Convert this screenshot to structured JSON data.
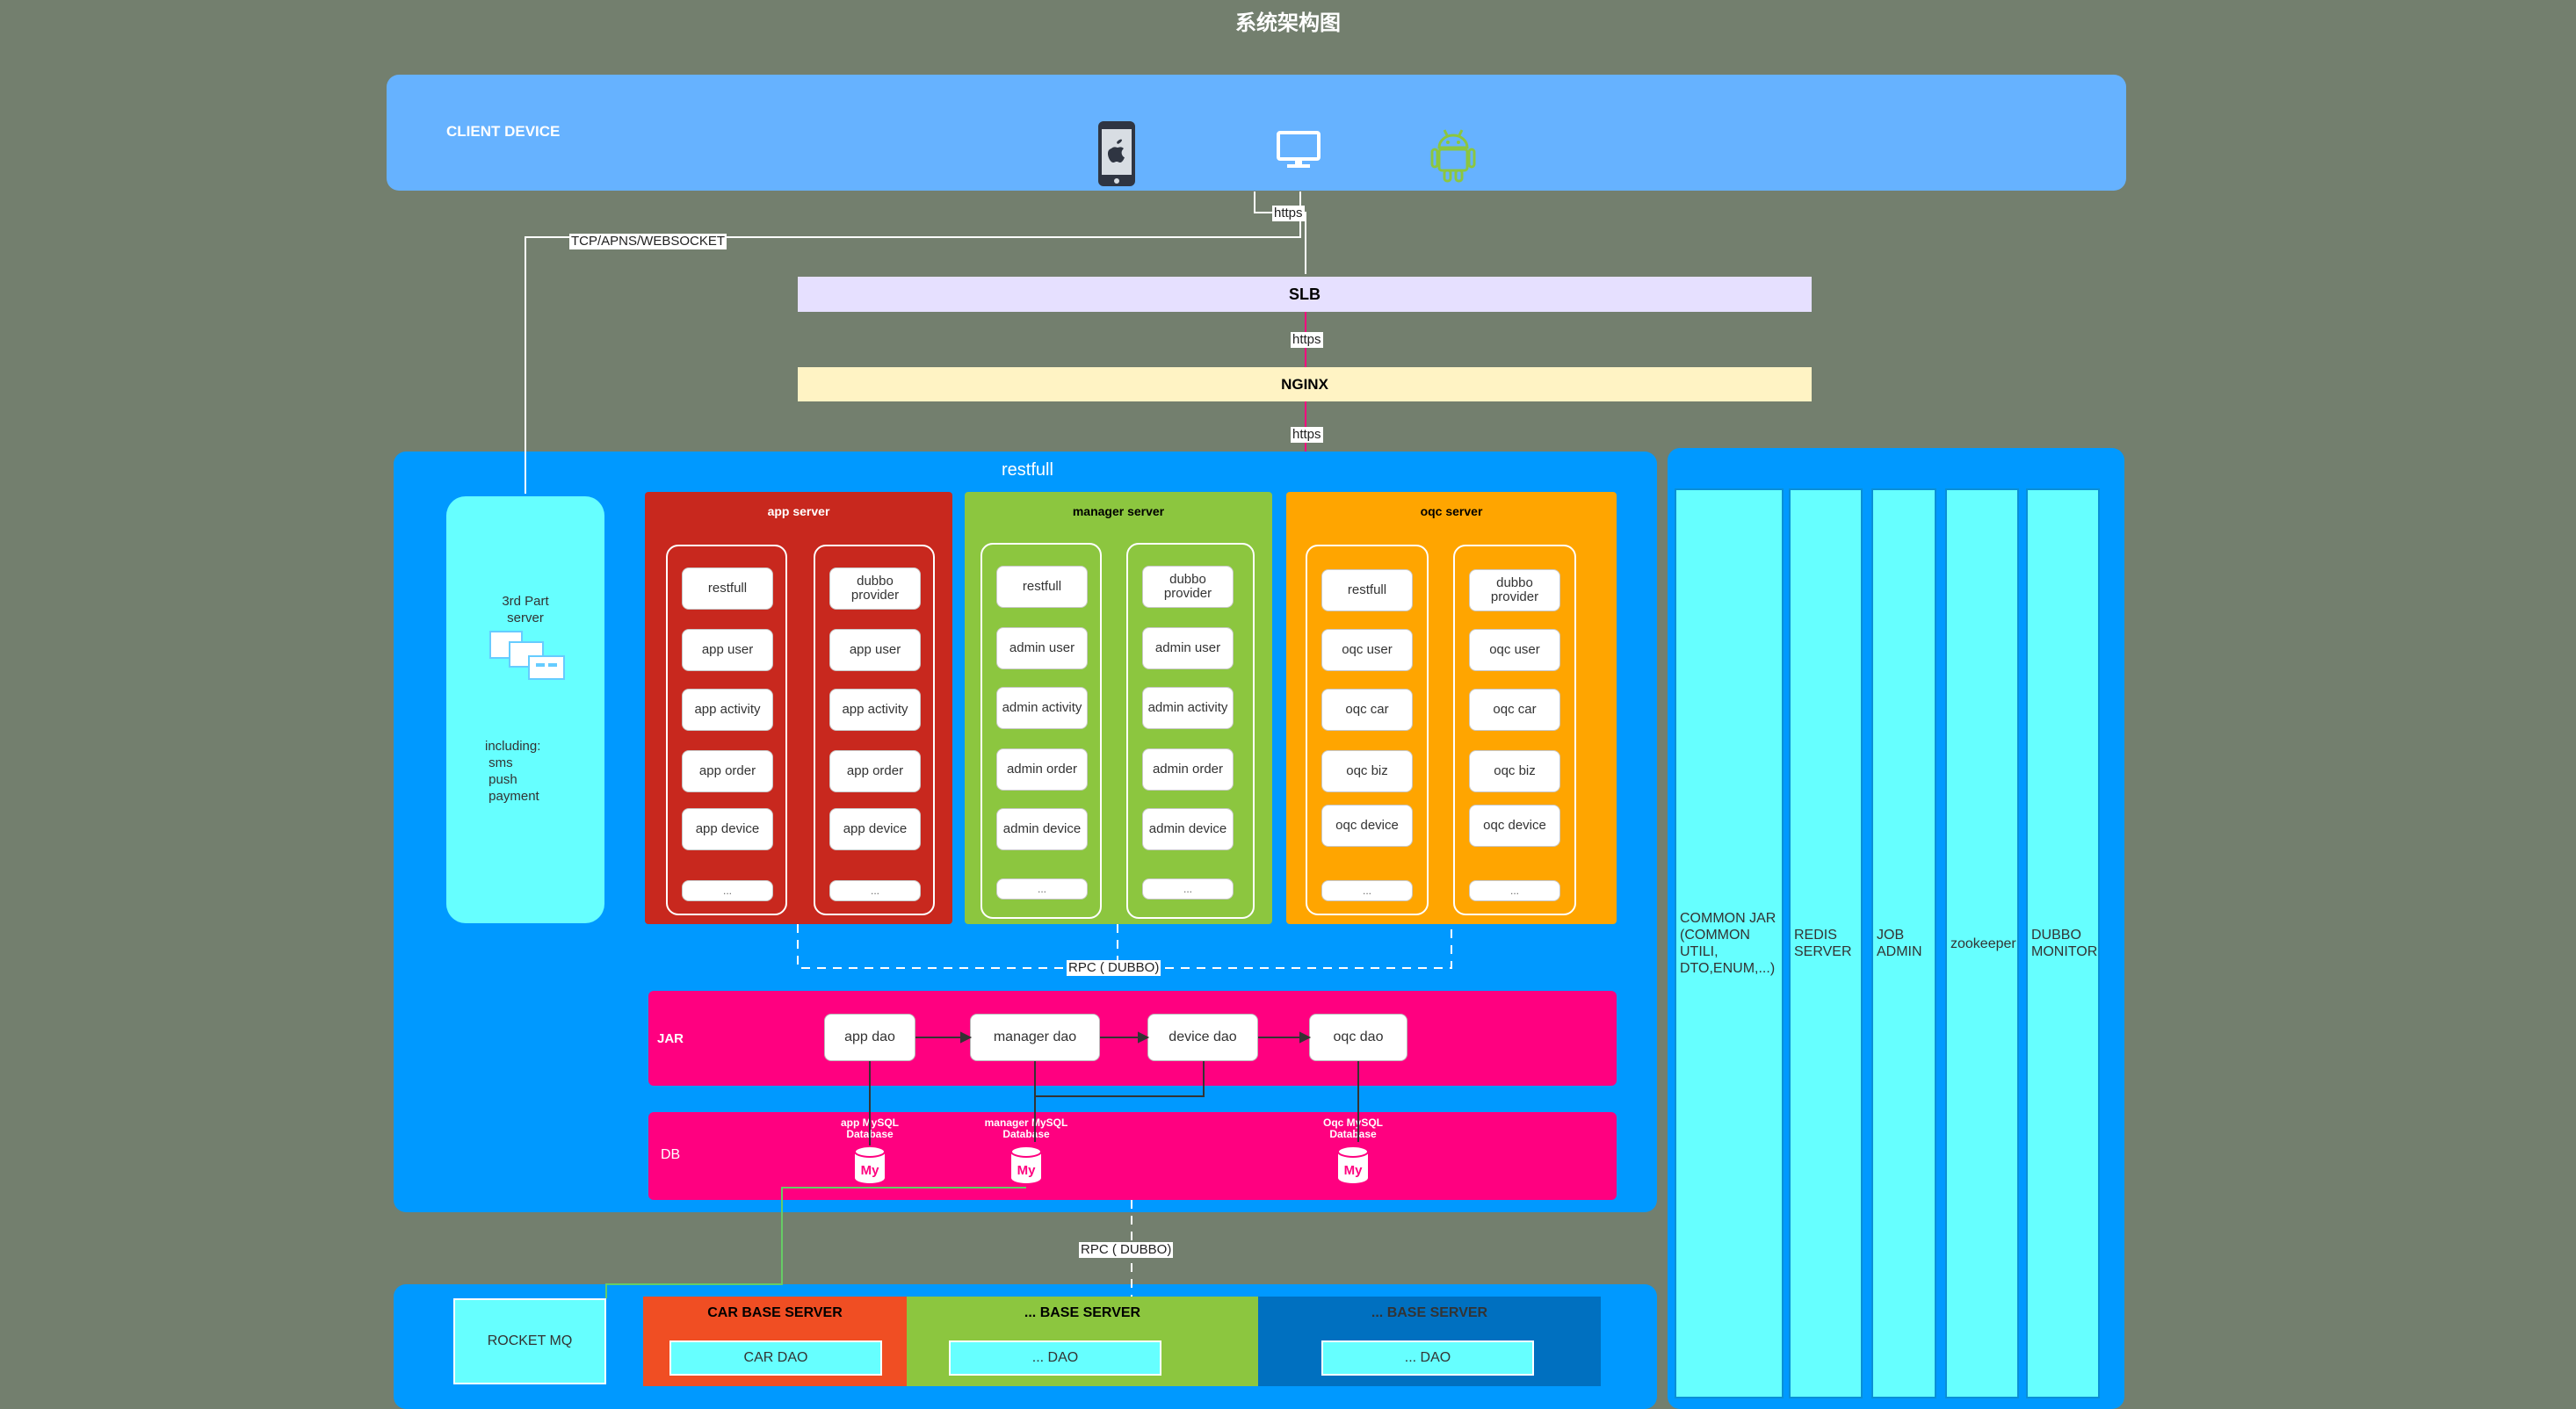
{
  "title": "系统架构图",
  "client": {
    "label": "CLIENT DEVICE",
    "icons": [
      "apple-phone-icon",
      "monitor-icon",
      "android-icon"
    ]
  },
  "edges": {
    "tcp": "TCP/APNS/WEBSOCKET",
    "https": "https",
    "rpc_top": "RPC ( DUBBO)",
    "rpc_bottom": "RPC ( DUBBO)"
  },
  "slb": "SLB",
  "nginx": "NGINX",
  "restfull": "restfull",
  "third_party": {
    "title": "3rd Part\nserver",
    "including": "including:\n sms\n push\n payment"
  },
  "servers": [
    {
      "title": "app server",
      "color": "#c8281e",
      "left": [
        "restfull",
        "app user",
        "app activity",
        "app order",
        "app device",
        "..."
      ],
      "right": [
        "dubbo\nprovider",
        "app user",
        "app activity",
        "app order",
        "app device",
        "..."
      ]
    },
    {
      "title": "manager server",
      "color": "#8cc63f",
      "left": [
        "restfull",
        "admin user",
        "admin activity",
        "admin  order",
        "admin device",
        "..."
      ],
      "right": [
        "dubbo\nprovider",
        "admin user",
        "admin activity",
        "admin order",
        "admin device",
        "..."
      ]
    },
    {
      "title": "oqc server",
      "color": "#ffa500",
      "left": [
        "restfull",
        "oqc user",
        "oqc car",
        "oqc biz",
        "oqc device",
        "..."
      ],
      "right": [
        "dubbo\nprovider",
        "oqc user",
        "oqc car",
        "oqc biz",
        "oqc device",
        "..."
      ]
    }
  ],
  "jar": {
    "label": "JAR",
    "daos": [
      "app dao",
      "manager dao",
      "device dao",
      "oqc dao"
    ]
  },
  "db": {
    "label": "DB",
    "databases": [
      "app MySQL\nDatabase",
      "manager MySQL\nDatabase",
      "Oqc MySQL\nDatabase"
    ],
    "logo": "My"
  },
  "bottom": {
    "rocket": "ROCKET MQ",
    "bases": [
      {
        "title": "CAR BASE SERVER",
        "dao": "CAR DAO",
        "color": "#f04e23"
      },
      {
        "title": "... BASE SERVER",
        "dao": "... DAO",
        "color": "#8cc63f"
      },
      {
        "title": "... BASE SERVER",
        "dao": "... DAO",
        "color": "#0070c0"
      }
    ]
  },
  "right": [
    "COMMON JAR\n(COMMON\nUTILI,\nDTO,ENUM,...)",
    "REDIS\nSERVER",
    "JOB\nADMIN",
    "zookeeper",
    "DUBBO\nMONITOR"
  ]
}
